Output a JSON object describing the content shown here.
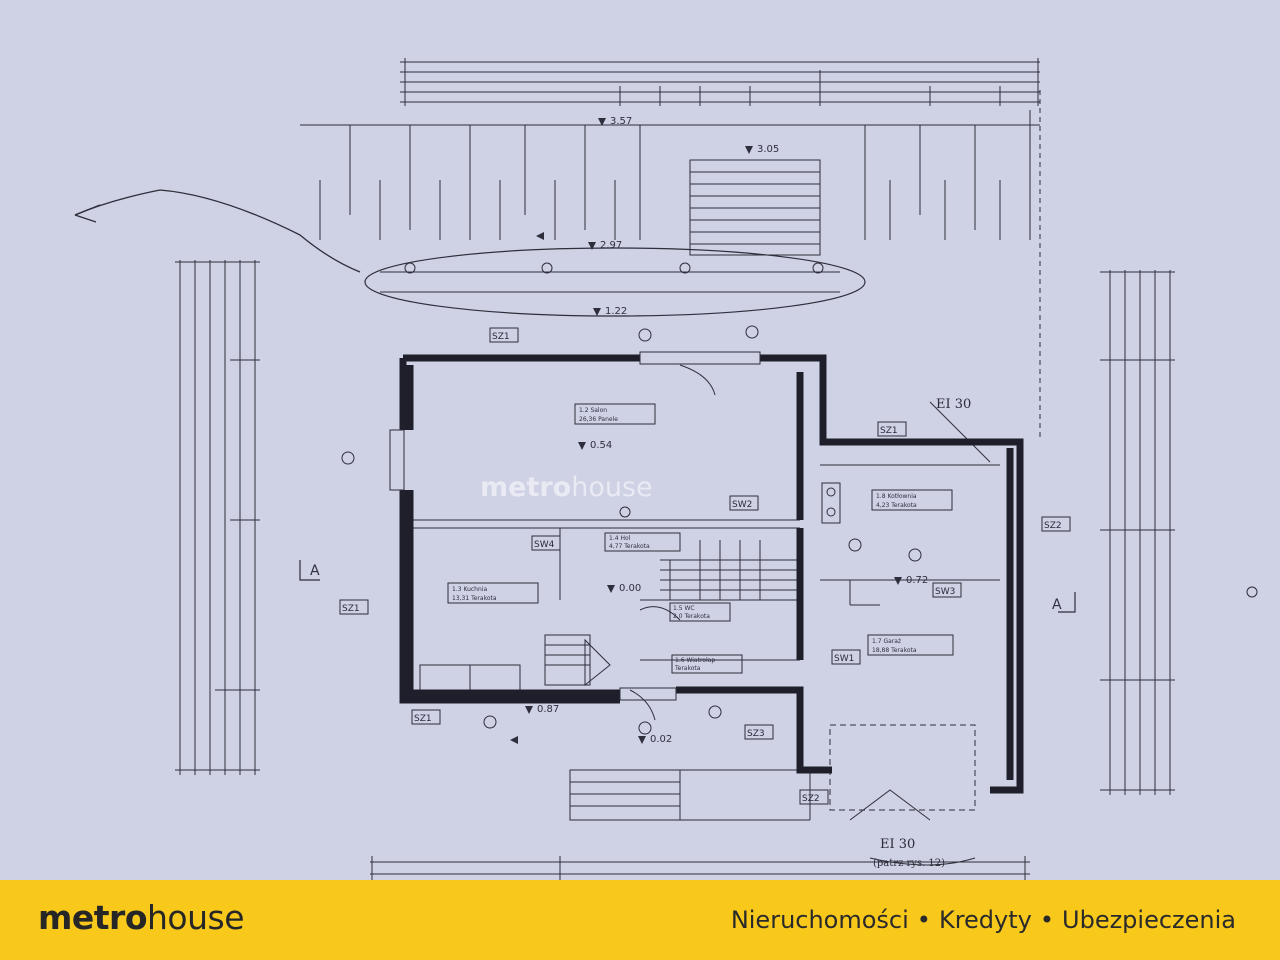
{
  "brand": {
    "logo_bold": "metro",
    "logo_regular": "house",
    "tagline_items": [
      "Nieruchomości",
      "Kredyty",
      "Ubezpieczenia"
    ],
    "tagline_separator": "•",
    "footer_color": "#f8c91b",
    "text_color": "#262626"
  },
  "watermark": {
    "bold": "metro",
    "regular": "house"
  },
  "plan": {
    "paper_color": "#cfd1e4",
    "ink_color": "#2e2e3c",
    "elevations": [
      "3.57",
      "3.05",
      "2.97",
      "1.22",
      "0.54",
      "0.00",
      "0.72",
      "0.87",
      "0.02"
    ],
    "wall_tags": [
      "SZ1",
      "SZ1",
      "SZ1",
      "SZ1",
      "SZ2",
      "SZ2",
      "SZ3",
      "SW1",
      "SW2",
      "SW3",
      "SW4"
    ],
    "handwritten": [
      "EI 30",
      "EI 30",
      "(patrz rys. 12)"
    ],
    "rooms": [
      {
        "line1": "1.2 Salon",
        "line2": "26,36 Panele"
      },
      {
        "line1": "1.3 Kuchnia",
        "line2": "13,31 Terakota"
      },
      {
        "line1": "1.4 Hol",
        "line2": "4,77 Terakota"
      },
      {
        "line1": "1.5 WC",
        "line2": "2,0 Terakota"
      },
      {
        "line1": "1.6 Wiatrołap",
        "line2": "Terakota"
      },
      {
        "line1": "1.7 Garaż",
        "line2": "18,88 Terakota"
      },
      {
        "line1": "1.8 Kotłownia",
        "line2": "4,23 Terakota"
      }
    ],
    "section_marks": [
      "A",
      "A"
    ]
  }
}
